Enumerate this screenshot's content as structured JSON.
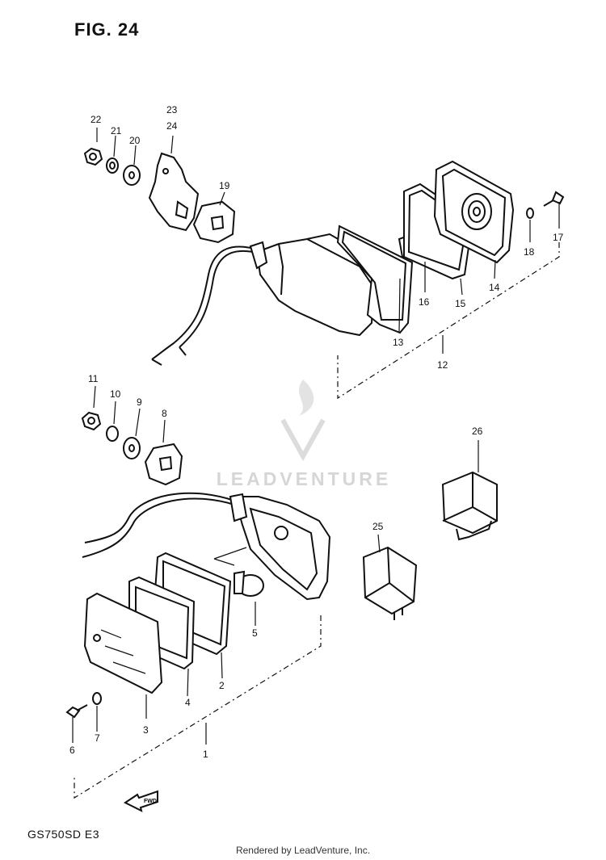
{
  "figure": {
    "title": "FIG. 24"
  },
  "model": "GS750SD E3",
  "footer": "Rendered by LeadVenture, Inc.",
  "watermark": {
    "text": "LEADVENTURE"
  },
  "fwd_label": "FWD",
  "callouts": {
    "c1": "1",
    "c2": "2",
    "c3": "3",
    "c4": "4",
    "c5": "5",
    "c6": "6",
    "c7": "7",
    "c8": "8",
    "c9": "9",
    "c10": "10",
    "c11": "11",
    "c12": "12",
    "c13": "13",
    "c14": "14",
    "c15": "15",
    "c16": "16",
    "c17": "17",
    "c18": "18",
    "c19": "19",
    "c20": "20",
    "c21": "21",
    "c22": "22",
    "c23": "23",
    "c24": "24",
    "c25": "25",
    "c26": "26"
  },
  "colors": {
    "ink": "#111111",
    "watermark": "#d6d6d6",
    "background": "#ffffff"
  }
}
